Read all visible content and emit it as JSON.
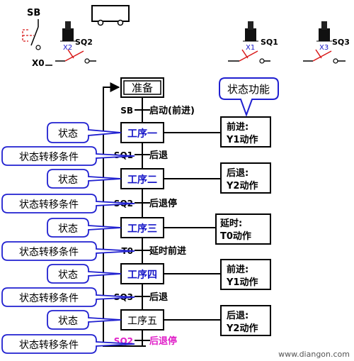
{
  "switches": {
    "sb_label": "SB",
    "x0_label": "X0",
    "sq2_label": "SQ2",
    "x2_label": "X2",
    "sq1_label": "SQ1",
    "x1_label": "X1",
    "sq3_label": "SQ3",
    "x3_label": "X3"
  },
  "callout": {
    "label": "状态功能"
  },
  "init_step": {
    "label": "准备"
  },
  "steps": [
    {
      "label": "工序一",
      "action_line1": "前进:",
      "action_line2": "Y1动作"
    },
    {
      "label": "工序二",
      "action_line1": "后退:",
      "action_line2": "Y2动作"
    },
    {
      "label": "工序三",
      "action_line1": "延时:",
      "action_line2": "T0动作"
    },
    {
      "label": "工序四",
      "action_line1": "前进:",
      "action_line2": "Y1动作"
    },
    {
      "label": "工序五",
      "action_line1": "后退:",
      "action_line2": "Y2动作"
    }
  ],
  "transitions": [
    {
      "signal": "SB",
      "action": "启动(前进)"
    },
    {
      "signal": "SQ1",
      "action": "后退"
    },
    {
      "signal": "SQ2",
      "action": "后退停"
    },
    {
      "signal": "T0",
      "action": "延时前进"
    },
    {
      "signal": "SQ3",
      "action": "后退"
    },
    {
      "signal": "SQ2",
      "action": "后退停"
    }
  ],
  "side_labels": {
    "state": "状态",
    "condition": "状态转移条件"
  },
  "watermark": "www.diangon.com",
  "colors": {
    "blue_text": "#1515c8",
    "magenta_text": "#e020c8",
    "callout_border": "#2020d0",
    "limit_switch_red": "#d81818"
  }
}
